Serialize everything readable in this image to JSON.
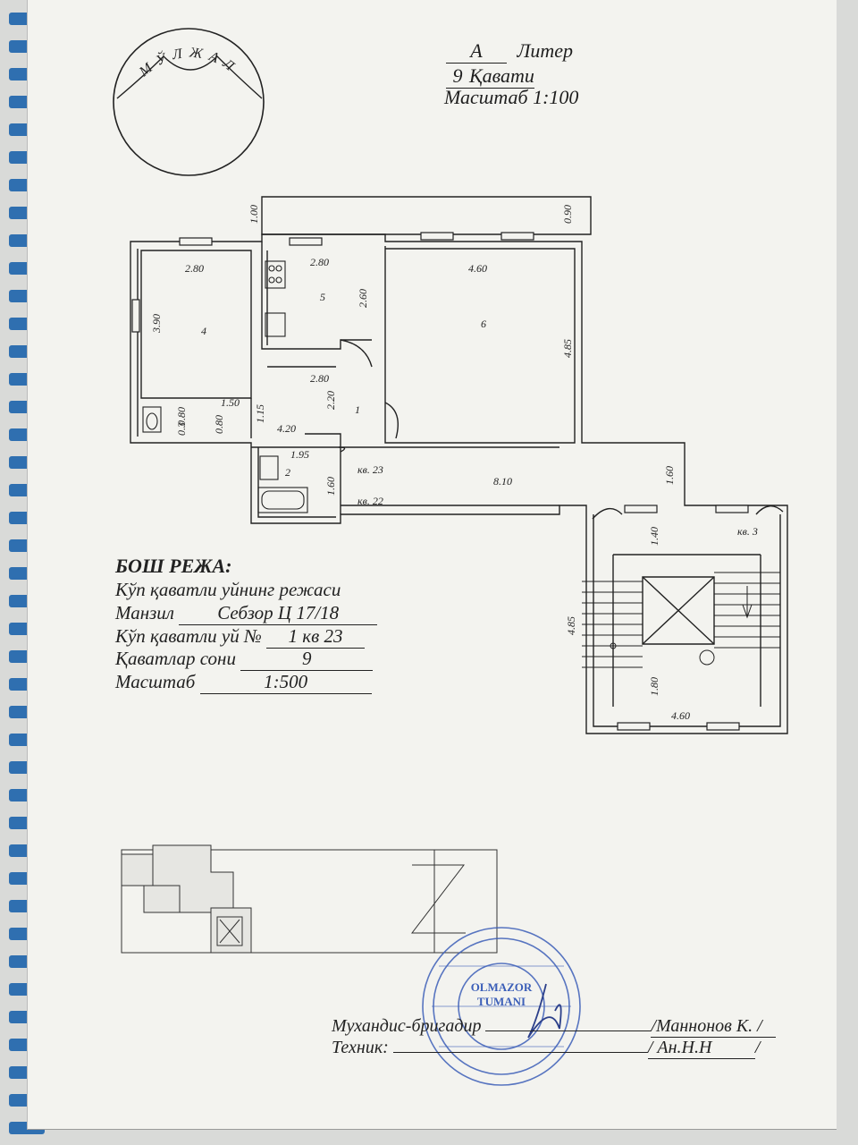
{
  "header": {
    "logo_text": "МЎЛЖАЛ",
    "liter_value": "А",
    "liter_label": "Литер",
    "floor_value": "9",
    "floor_label": "Қавати",
    "scale": "Масштаб 1:100"
  },
  "plan": {
    "dimensions": {
      "d_1_00": "1.00",
      "d_0_90": "0.90",
      "d_2_80_a": "2.80",
      "d_2_80_b": "2.80",
      "d_2_80_c": "2.80",
      "d_3_90": "3.90",
      "d_2_60": "2.60",
      "d_4_60_a": "4.60",
      "d_4_85_a": "4.85",
      "d_1_50": "1.50",
      "d_2_20": "2.20",
      "d_0_80_a": "0.80",
      "d_0_80_b": "0.80",
      "d_0_3": "0.3",
      "d_1_15": "1.15",
      "d_4_20": "4.20",
      "d_1_95": "1.95",
      "d_1_60_a": "1.60",
      "d_8_10": "8.10",
      "d_1_60_b": "1.60",
      "d_1_40": "1.40",
      "d_4_85_b": "4.85",
      "d_1_80": "1.80",
      "d_4_60_b": "4.60"
    },
    "rooms": {
      "r1": "1",
      "r2": "2",
      "r4": "4",
      "r5": "5",
      "r6": "6"
    },
    "apartments": {
      "kv23": "кв. 23",
      "kv22": "кв. 22",
      "kv3": "кв. 3"
    }
  },
  "info": {
    "heading": "БОШ РЕЖА:",
    "subtitle": "Кўп қаватли уйнинг режаси",
    "address_label": "Манзил",
    "address_value": "Себзор Ц 17/18",
    "house_label": "Кўп қаватли уй №",
    "house_value": "1  кв  23",
    "floors_label": "Қаватлар сони",
    "floors_value": "9",
    "scale_label": "Масштаб",
    "scale_value": "1:500"
  },
  "signatures": {
    "engineer_label": "Мухандис-бригадир",
    "engineer_name": "/Маннонов  К. /",
    "tech_label": "Техник:",
    "tech_name": "/ Ан.Н.Н",
    "tech_end": "/"
  },
  "stamp": {
    "line1": "OLMAZOR",
    "line2": "TUMANI"
  },
  "colors": {
    "binding": "#2f6fb0",
    "stamp": "#3c5fb8",
    "ink": "#222222"
  }
}
